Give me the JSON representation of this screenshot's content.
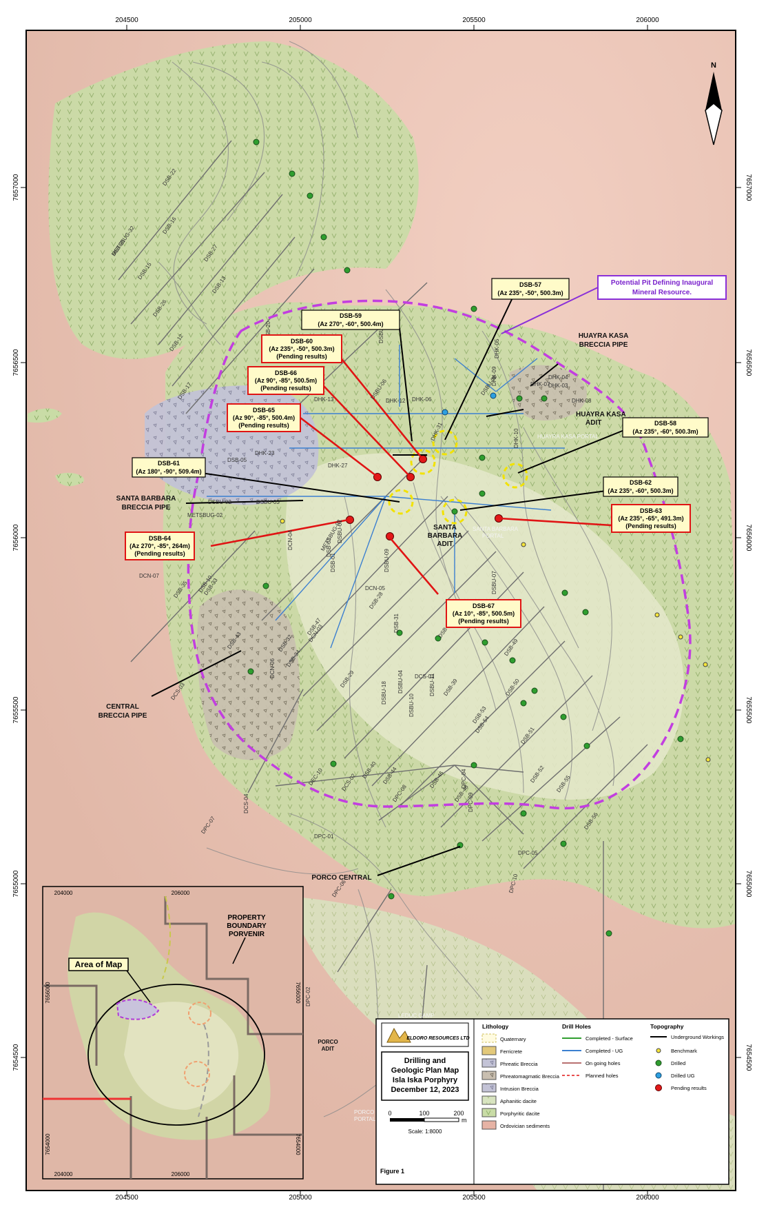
{
  "axes": {
    "top_x": [
      "204500",
      "205000",
      "205500",
      "206000"
    ],
    "bottom_x": [
      "204500",
      "205000",
      "205500",
      "206000"
    ],
    "left_y": [
      "7657000",
      "7656500",
      "7656000",
      "7655500",
      "7655000",
      "7654500"
    ],
    "right_y": [
      "7657000",
      "7656500",
      "7656000",
      "7655500",
      "7655000",
      "7654500"
    ]
  },
  "north_label": "N",
  "pit_callout": [
    "Potential Pit Defining Inaugural",
    "Mineral Resource."
  ],
  "callouts_yellow": [
    {
      "id": "DSB-57",
      "lines": [
        "DSB-57",
        "(Az 235°, -50°, 500.3m)"
      ]
    },
    {
      "id": "DSB-59",
      "lines": [
        "DSB-59",
        "(Az 270°, -60°, 500.4m)"
      ]
    },
    {
      "id": "DSB-58",
      "lines": [
        "DSB-58",
        "(Az 235°, -60°, 500.3m)"
      ]
    },
    {
      "id": "DSB-61",
      "lines": [
        "DSB-61",
        "(Az 180°, -90°, 509.4m)"
      ]
    },
    {
      "id": "DSB-62",
      "lines": [
        "DSB-62",
        "(Az 235°, -60°, 500.3m)"
      ]
    }
  ],
  "callouts_red": [
    {
      "id": "DSB-60",
      "lines": [
        "DSB-60",
        "(Az 235°, -50°, 500.3m)",
        "(Pending results)"
      ]
    },
    {
      "id": "DSB-66",
      "lines": [
        "DSB-66",
        "(Az 90°, -85°, 500.5m)",
        "(Pending results)"
      ]
    },
    {
      "id": "DSB-65",
      "lines": [
        "DSB-65",
        "(Az 90°, -85°, 500.4m)",
        "(Pending results)"
      ]
    },
    {
      "id": "DSB-63",
      "lines": [
        "DSB-63",
        "(Az 235°, -65°, 491.3m)",
        "(Pending results)"
      ]
    },
    {
      "id": "DSB-64",
      "lines": [
        "DSB-64",
        "(Az 270°, -85°, 264m)",
        "(Pending results)"
      ]
    },
    {
      "id": "DSB-67",
      "lines": [
        "DSB-67",
        "(Az 10°, -85°, 500.5m)",
        "(Pending results)"
      ]
    }
  ],
  "place_labels": {
    "huayra_kasa_pipe": [
      "HUAYRA KASA",
      "BRECCIA PIPE"
    ],
    "huayra_kasa_adit": [
      "HUAYRA KASA",
      "ADIT"
    ],
    "huayra_kasa_portal": "HUAYRA KASA PORTAL",
    "santa_barbara_pipe": [
      "SANTA BARBARA",
      "BRECCIA PIPE"
    ],
    "santa_barbara_adit": [
      "SANTA",
      "BARBARA",
      "ADIT"
    ],
    "santa_barbara_portal": [
      "SANTA BARBARA",
      "PORTAL"
    ],
    "central_pipe": [
      "CENTRAL",
      "BRECCIA PIPE"
    ],
    "porco_central": "PORCO CENTRAL",
    "leduc_camp": "LEDUC CAMP",
    "porco_adit": [
      "PORCO",
      "ADIT"
    ],
    "porco_portal": [
      "PORCO",
      "PORTAL"
    ]
  },
  "hole_labels": [
    "DSB-21",
    "DSB-22",
    "DSB-16",
    "DSB-15",
    "DSB-27",
    "DSB-13",
    "DSB-26",
    "DSB-12",
    "DSB-17",
    "DSB-20",
    "DSB-05",
    "DSB-33",
    "DSB-35",
    "DSB-10",
    "DSB-43",
    "DSB-47",
    "DSB-32",
    "DSB-34",
    "DSB-29",
    "DSB-28",
    "DSB-31",
    "DSB-36",
    "DSB-39",
    "DSB-44",
    "DSB-46",
    "DSB-48",
    "DSB-49",
    "DSB-50",
    "DSB-51",
    "DSB-52",
    "DSB-53",
    "DSB-54",
    "DSB-55",
    "DSB-56",
    "DSB-40",
    "DSB-02",
    "DSB-01",
    "DCN-07",
    "DCN-05",
    "DCN-06",
    "DCN-03",
    "DCN-04",
    "DCS-01",
    "DCS-02",
    "DCS-03",
    "DCS-04",
    "DEC-10",
    "DPC-01",
    "DPC-02",
    "DPC-04",
    "DPC-05",
    "DPC-06",
    "DPC-07",
    "DPC-08",
    "DPC-09",
    "DPC-10",
    "DSBU-01",
    "DSBU-02",
    "DSBU-03",
    "DSBU-04",
    "DSBU-05",
    "DSBU-06",
    "DSBU-07",
    "DSBU-08",
    "DSBU-09",
    "DSBU-10",
    "DSBU-11",
    "DSBU-18",
    "DHK-03",
    "DHK-04",
    "DHK-05",
    "DHK-06",
    "DHK-07",
    "DHK-08",
    "DHK-09",
    "DHK-10",
    "DHK-12",
    "DHK-13",
    "DHK-23",
    "DHK-27",
    "DHK-31",
    "METSBUG-02",
    "METSBUG-03",
    "METSBUG-32"
  ],
  "inset": {
    "title": "Area of Map",
    "boundary_label": [
      "PROPERTY",
      "BOUNDARY",
      "PORVENIR"
    ],
    "x_ticks": [
      "204000",
      "206000"
    ],
    "y_ticks": [
      "7656000",
      "7654000"
    ]
  },
  "legend": {
    "company": "ELDORO RESOURCES LTD",
    "title_lines": [
      "Drilling and",
      "Geologic Plan Map",
      "Isla Iska Porphyry",
      "December 12, 2023"
    ],
    "scale_ticks": [
      "0",
      "100",
      "200"
    ],
    "scale_unit": "m",
    "scale_text": "Scale:  1:8000",
    "figure": "Figure 1",
    "lithology_title": "Lithology",
    "lithology": [
      "Quaternary",
      "Ferricrete",
      "Phreatic Breccia",
      "Phreatomagmatic Breccia",
      "Intrusion Breccia",
      "Aphanitic dacite",
      "Porphyritic dacite",
      "Ordovician sediments"
    ],
    "drill_title": "Drill Holes",
    "drill": [
      "Completed - Surface",
      "Completed - UG",
      "On going holes",
      "Planned holes"
    ],
    "topo_title": "Topography",
    "topo": [
      "Underground Workings",
      "Benchmark",
      "Drilled",
      "Drilled UG",
      "Pending results"
    ]
  }
}
